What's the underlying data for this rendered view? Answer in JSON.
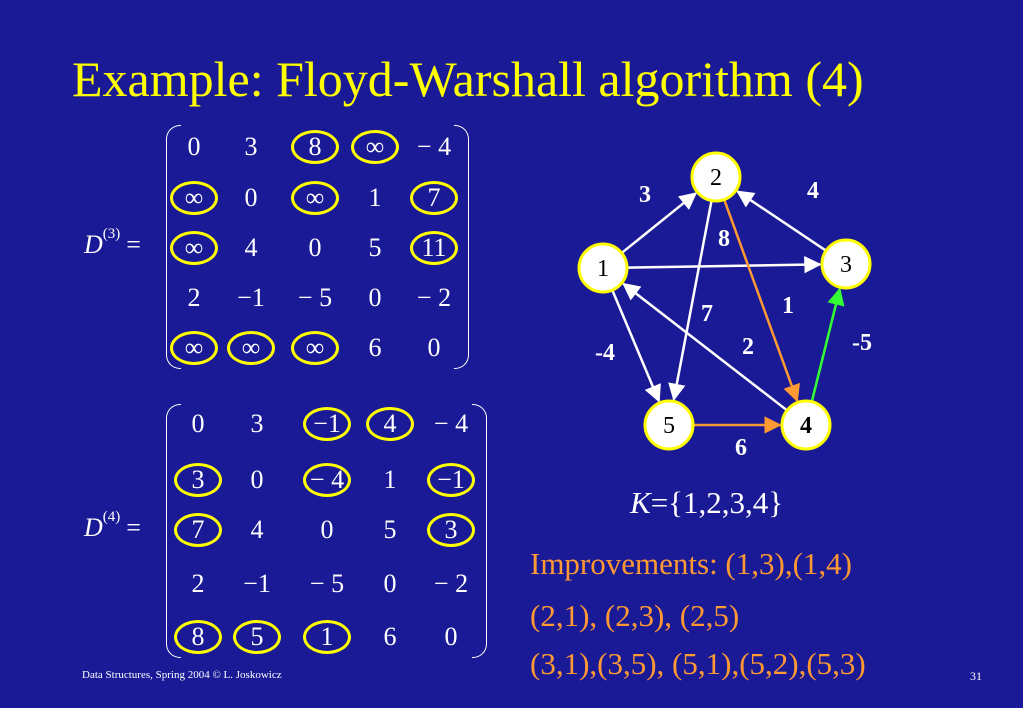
{
  "title": "Example: Floyd-Warshall algorithm (4)",
  "matrices": [
    {
      "label_base": "D",
      "label_sup": "(3)",
      "label_eq": "=",
      "rows": [
        [
          "0",
          "3",
          "8",
          "∞",
          "− 4"
        ],
        [
          "∞",
          "0",
          "∞",
          "1",
          "7"
        ],
        [
          "∞",
          "4",
          "0",
          "5",
          "11"
        ],
        [
          "2",
          "−1",
          "− 5",
          "0",
          "− 2"
        ],
        [
          "∞",
          "∞",
          "∞",
          "6",
          "0"
        ]
      ],
      "highlighted": [
        [
          0,
          2
        ],
        [
          0,
          3
        ],
        [
          1,
          0
        ],
        [
          1,
          2
        ],
        [
          1,
          4
        ],
        [
          2,
          0
        ],
        [
          2,
          4
        ],
        [
          4,
          0
        ],
        [
          4,
          1
        ],
        [
          4,
          2
        ]
      ]
    },
    {
      "label_base": "D",
      "label_sup": "(4)",
      "label_eq": "=",
      "rows": [
        [
          "0",
          "3",
          "−1",
          "4",
          "− 4"
        ],
        [
          "3",
          "0",
          "− 4",
          "1",
          "−1"
        ],
        [
          "7",
          "4",
          "0",
          "5",
          "3"
        ],
        [
          "2",
          "−1",
          "− 5",
          "0",
          "− 2"
        ],
        [
          "8",
          "5",
          "1",
          "6",
          "0"
        ]
      ],
      "highlighted": [
        [
          0,
          2
        ],
        [
          0,
          3
        ],
        [
          1,
          0
        ],
        [
          1,
          2
        ],
        [
          1,
          4
        ],
        [
          2,
          0
        ],
        [
          2,
          4
        ],
        [
          4,
          0
        ],
        [
          4,
          1
        ],
        [
          4,
          2
        ]
      ]
    }
  ],
  "graph": {
    "nodes": [
      {
        "id": "1",
        "label": "1",
        "bold": false
      },
      {
        "id": "2",
        "label": "2",
        "bold": false
      },
      {
        "id": "3",
        "label": "3",
        "bold": false
      },
      {
        "id": "4",
        "label": "4",
        "bold": true
      },
      {
        "id": "5",
        "label": "5",
        "bold": false
      }
    ],
    "edges": [
      {
        "from": "1",
        "to": "2",
        "weight": "3",
        "color": "#ffffff"
      },
      {
        "from": "3",
        "to": "2",
        "weight": "4",
        "color": "#ffffff"
      },
      {
        "from": "1",
        "to": "3",
        "weight": "8",
        "color": "#ffffff"
      },
      {
        "from": "2",
        "to": "5",
        "weight": "7",
        "color": "#ffffff"
      },
      {
        "from": "2",
        "to": "4",
        "weight": "1",
        "color": "#ff9933"
      },
      {
        "from": "4",
        "to": "1",
        "weight": "2",
        "color": "#ffffff"
      },
      {
        "from": "1",
        "to": "5",
        "weight": "-4",
        "color": "#ffffff"
      },
      {
        "from": "4",
        "to": "3",
        "weight": "-5",
        "color": "#33ff33"
      },
      {
        "from": "5",
        "to": "4",
        "weight": "6",
        "color": "#ff9933"
      }
    ]
  },
  "k_set": {
    "var": "K",
    "rest": "={1,2,3,4}"
  },
  "improvements": [
    "Improvements: (1,3),(1,4)",
    "(2,1), (2,3), (2,5)",
    "(3,1),(3,5), (5,1),(5,2),(5,3)"
  ],
  "footer": "Data Structures,  Spring 2004 © L. Joskowicz",
  "page_number": "31",
  "colors": {
    "background": "#1a1a96",
    "title": "#ffff00",
    "highlight": "#ffff00",
    "node_border": "#ffff00",
    "node_fill": "#ffffff",
    "orange": "#ff9933",
    "green": "#33ff33"
  }
}
